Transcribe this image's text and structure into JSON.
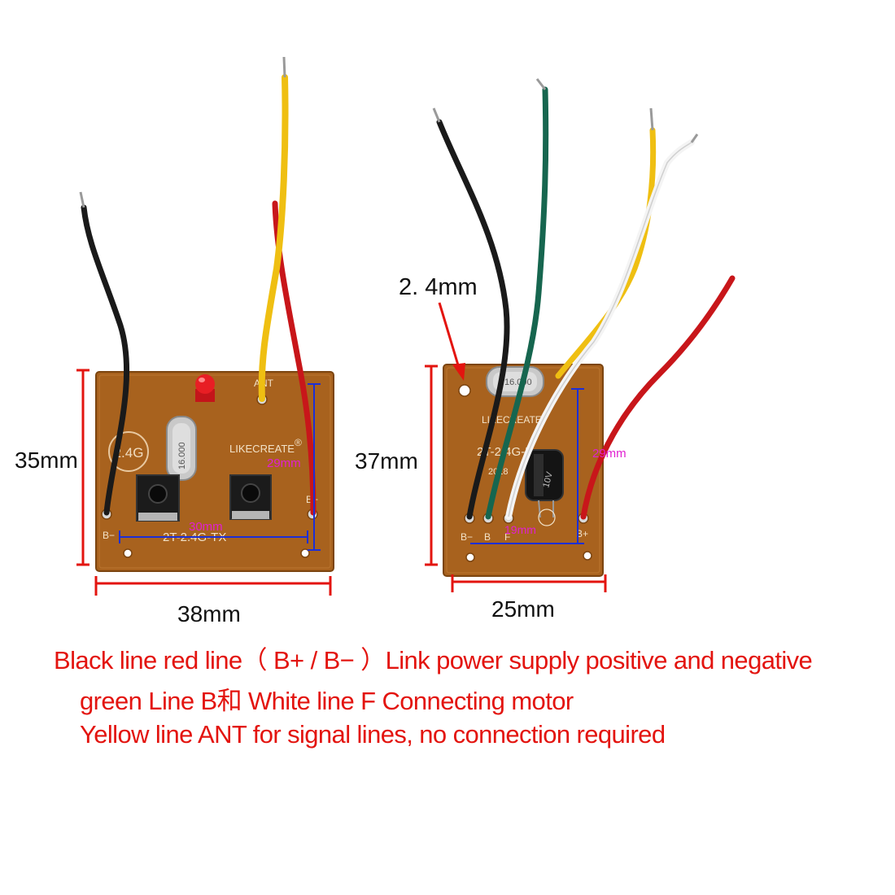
{
  "colors": {
    "annotation_red": "#e3140f",
    "dimension_magenta": "#e020d0",
    "dimension_blue": "#1c2fd6",
    "pcb_brown": "#a8621e",
    "wire_black": "#1a1a1a",
    "wire_red": "#c8161a",
    "wire_yellow": "#efbf12",
    "wire_green": "#16664f",
    "wire_white": "#f4f4f4"
  },
  "transmitter": {
    "height_label": "35mm",
    "width_label": "38mm",
    "inner_height_label": "29mm",
    "inner_width_label": "30mm",
    "badge": "2.4G",
    "brand": "LIKECREATE",
    "brand_mark": "®",
    "model": "2T-2.4G-TX",
    "crystal_text": "16.000",
    "pin_ant": "ANT",
    "pin_bminus": "B−",
    "pin_bplus": "B+"
  },
  "receiver": {
    "hole_label": "2. 4mm",
    "height_label": "37mm",
    "width_label": "25mm",
    "inner_height_label": "29mm",
    "inner_width_label": "19mm",
    "brand": "LIKECREATE",
    "model": "2T-2.4G-R",
    "date_code": "2018",
    "crystal_text": "16.000",
    "capacitor_text": "10V",
    "pins": [
      "B−",
      "B",
      "F",
      "B+"
    ]
  },
  "captions": {
    "line1": "Black line red line（ B+ / B− ）Link power supply positive and negative",
    "line2": "green Line B和 White line F Connecting motor",
    "line3": "Yellow line ANT  for signal lines, no connection required"
  }
}
